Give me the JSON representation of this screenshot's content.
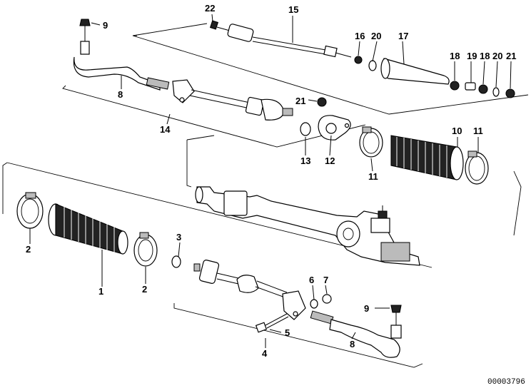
{
  "diagram": {
    "callouts": {
      "c1": "1",
      "c2a": "2",
      "c2b": "2",
      "c3": "3",
      "c4": "4",
      "c5": "5",
      "c6": "6",
      "c7": "7",
      "c8a": "8",
      "c8b": "8",
      "c9a": "9",
      "c9b": "9",
      "c10": "10",
      "c11a": "11",
      "c11b": "11",
      "c12": "12",
      "c13": "13",
      "c14": "14",
      "c15": "15",
      "c16": "16",
      "c17": "17",
      "c18a": "18",
      "c18b": "18",
      "c19": "19",
      "c20a": "20",
      "c20b": "20",
      "c21a": "21",
      "c21b": "21",
      "c22": "22"
    },
    "drawing_number": "00003796"
  }
}
